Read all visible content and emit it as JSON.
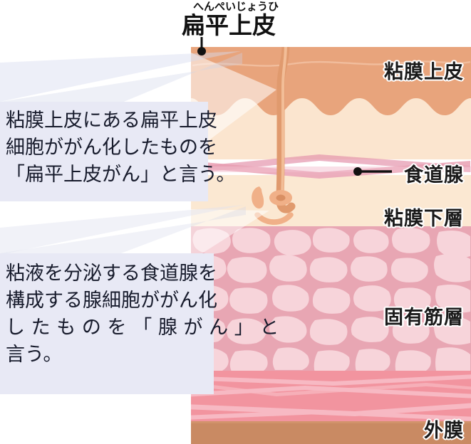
{
  "title": {
    "furigana": "へんぺいじょうひ",
    "main": "扁平上皮"
  },
  "anatomy_labels": {
    "epithelium": "粘膜上皮",
    "gland": "食道腺",
    "submucosa": "粘膜下層",
    "muscularis_propria": "固有筋層",
    "adventitia": "外膜"
  },
  "callouts": [
    {
      "id": "squamous-cell-carcinoma",
      "lines": [
        "粘膜上皮にある扁平上皮",
        "細胞ががん化したものを",
        "「扁平上皮がん」と言う。"
      ]
    },
    {
      "id": "adenocarcinoma",
      "lines": [
        "粘液を分泌する食道腺を",
        "構成する腺細胞ががん化",
        "したものを「腺がん」と",
        "言う。"
      ]
    }
  ],
  "colors": {
    "epithelium": "#e8a47c",
    "lamina_propria": "#fbe5cf",
    "submucosa": "#fbe8d2",
    "muscularis_propria": "#f0b7c0",
    "muscle_fiber": "#f29bab",
    "adventitia": "#c98a63",
    "callout_bg": "#e8e9f5",
    "gland_fill": "#f0b088",
    "text": "#171b2c"
  }
}
